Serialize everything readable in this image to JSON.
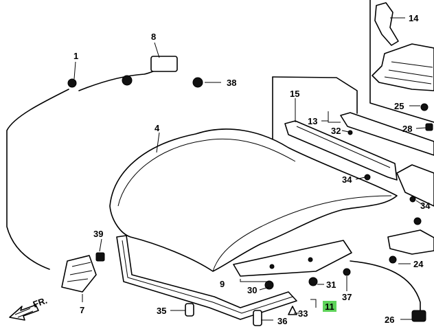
{
  "diagram": {
    "callouts": {
      "c1": "1",
      "c4": "4",
      "c7": "7",
      "c8": "8",
      "c9": "9",
      "c11": "11",
      "c13": "13",
      "c14": "14",
      "c15": "15",
      "c24": "24",
      "c25": "25",
      "c26": "26",
      "c28": "28",
      "c30": "30",
      "c31": "31",
      "c32": "32",
      "c33": "33",
      "c34a": "34",
      "c34b": "34",
      "c35": "35",
      "c36": "36",
      "c37": "37",
      "c38": "38",
      "c39": "39"
    },
    "front_marker": "FR.",
    "highlighted_callout": "11",
    "highlight_color": "#5ed35a"
  }
}
